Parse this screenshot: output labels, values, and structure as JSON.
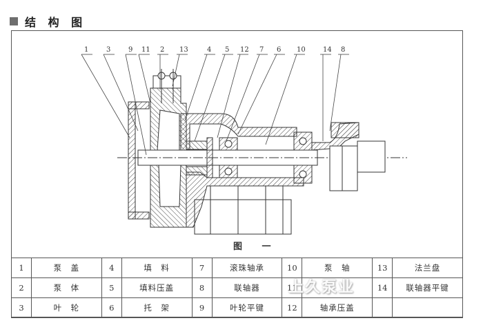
{
  "header": {
    "title": "结 构 图"
  },
  "drawing": {
    "caption": "图 一",
    "callout_labels": [
      "1",
      "3",
      "9",
      "11",
      "2",
      "13",
      "4",
      "5",
      "12",
      "7",
      "6",
      "10",
      "14",
      "8"
    ]
  },
  "parts_table": {
    "rows": [
      [
        {
          "num": "1",
          "name": "泵　盖"
        },
        {
          "num": "4",
          "name": "填　料"
        },
        {
          "num": "7",
          "name": "滚珠轴承"
        },
        {
          "num": "10",
          "name": "泵　轴"
        },
        {
          "num": "13",
          "name": "法兰盘"
        }
      ],
      [
        {
          "num": "2",
          "name": "泵　体"
        },
        {
          "num": "5",
          "name": "填料压盖"
        },
        {
          "num": "8",
          "name": "联轴器"
        },
        {
          "num": "11",
          "name": ""
        },
        {
          "num": "14",
          "name": "联轴器平键"
        }
      ],
      [
        {
          "num": "3",
          "name": "叶　轮"
        },
        {
          "num": "6",
          "name": "托　架"
        },
        {
          "num": "9",
          "name": "叶轮平键"
        },
        {
          "num": "12",
          "name": "轴承压盖"
        },
        {
          "num": "",
          "name": ""
        }
      ]
    ]
  },
  "watermark": "上久泵业"
}
